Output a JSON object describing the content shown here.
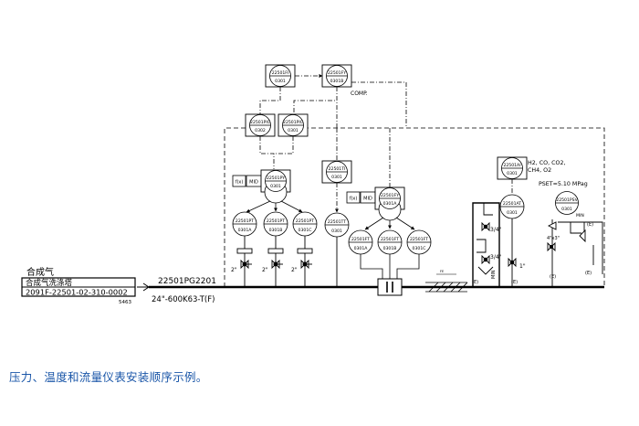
{
  "source_block": {
    "medium": "合成气",
    "from_equipment": "合成气洗涤塔",
    "drawing_no": "2091F-22501-02-310-0002",
    "sheet_ref": "5463"
  },
  "line": {
    "tag": "22501PG2201",
    "spec": "24\"-600K63-T(F)"
  },
  "instruments": {
    "fi": {
      "tag": "22501FI",
      "num": "0301"
    },
    "fy_comp": {
      "tag": "22501FY",
      "num": "0301B"
    },
    "pic_a": {
      "tag": "22501PIC",
      "num": "0302"
    },
    "pic_b": {
      "tag": "22501PIC",
      "num": "0301"
    },
    "py": {
      "tag": "22501PY",
      "num": "0301"
    },
    "pt_a": {
      "tag": "22501PT",
      "num": "0301A"
    },
    "pt_b": {
      "tag": "22501PT",
      "num": "0301B"
    },
    "pt_c": {
      "tag": "22501PT",
      "num": "0301C"
    },
    "ti": {
      "tag": "22501TI",
      "num": "0301"
    },
    "tt": {
      "tag": "22501TT",
      "num": "0301"
    },
    "fy_a": {
      "tag": "22501FY",
      "num": "0301A"
    },
    "ft_a": {
      "tag": "22501FT",
      "num": "0301A"
    },
    "ft_b": {
      "tag": "22501FT",
      "num": "0301B"
    },
    "ft_c": {
      "tag": "22501FT",
      "num": "0301C"
    },
    "ai": {
      "tag": "22501AI",
      "num": "0301"
    },
    "at": {
      "tag": "22501AT",
      "num": "0301"
    },
    "psv": {
      "tag": "22501PSV",
      "num": "0301"
    }
  },
  "labels": {
    "comp": "COMP.",
    "fx": "f(x)",
    "mid": "MID",
    "valve_2in": "2\"",
    "v_3_4": "3/4\"",
    "v_1": "1\"",
    "e": "(E)",
    "min": "MIN",
    "analyzer_components_1": "H2, CO, CO2,",
    "analyzer_components_2": "CH4, O2",
    "pset": "PSET=5.10 MPag",
    "psv_size": "4\"x3\"",
    "flow_element": "FE"
  },
  "caption": "压力、温度和流量仪表安装顺序示例。"
}
